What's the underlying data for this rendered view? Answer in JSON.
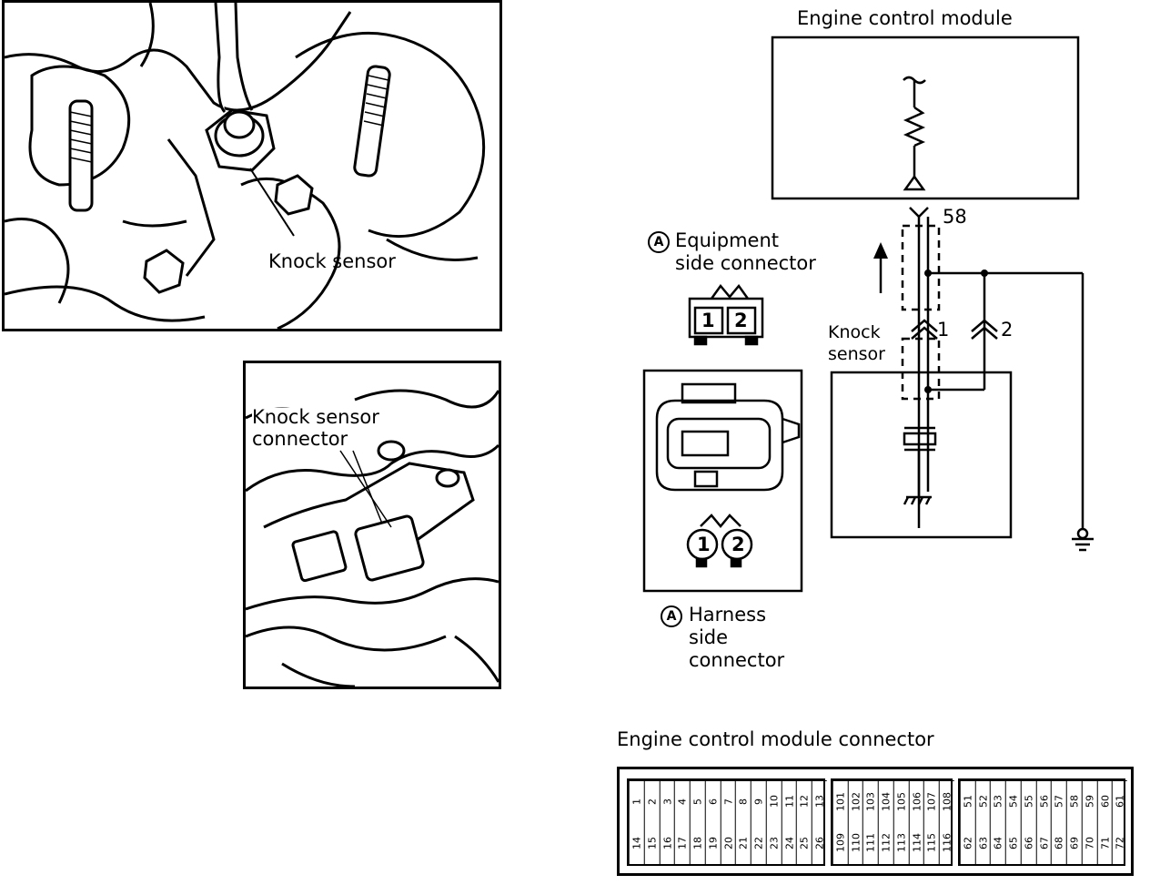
{
  "photos": {
    "top": {
      "label": "Knock sensor"
    },
    "middle": {
      "label_line1": "Knock sensor",
      "label_line2": "connector"
    }
  },
  "schematic": {
    "ecm_title": "Engine control module",
    "terminal_58": "58",
    "wire_1": "1",
    "wire_2": "2",
    "sensor_line1": "Knock",
    "sensor_line2": "sensor"
  },
  "connectors": {
    "marker": "A",
    "equipment_line1": "Equipment",
    "equipment_line2": "side connector",
    "harness_line1": "Harness",
    "harness_line2": "side",
    "harness_line3": "connector",
    "pin1": "1",
    "pin2": "2"
  },
  "ecm_connector": {
    "title": "Engine control module connector",
    "group1_top": [
      "1",
      "2",
      "3",
      "4",
      "5",
      "6",
      "7",
      "8",
      "9",
      "10",
      "11",
      "12",
      "13"
    ],
    "group1_bottom": [
      "14",
      "15",
      "16",
      "17",
      "18",
      "19",
      "20",
      "21",
      "22",
      "23",
      "24",
      "25",
      "26"
    ],
    "group2_top": [
      "101",
      "102",
      "103",
      "104",
      "105",
      "106",
      "107",
      "108"
    ],
    "group2_bottom": [
      "109",
      "110",
      "111",
      "112",
      "113",
      "114",
      "115",
      "116"
    ],
    "group3_top": [
      "51",
      "52",
      "53",
      "54",
      "55",
      "56",
      "57",
      "58",
      "59",
      "60",
      "61"
    ],
    "group3_bottom": [
      "62",
      "63",
      "64",
      "65",
      "66",
      "67",
      "68",
      "69",
      "70",
      "71",
      "72"
    ]
  }
}
